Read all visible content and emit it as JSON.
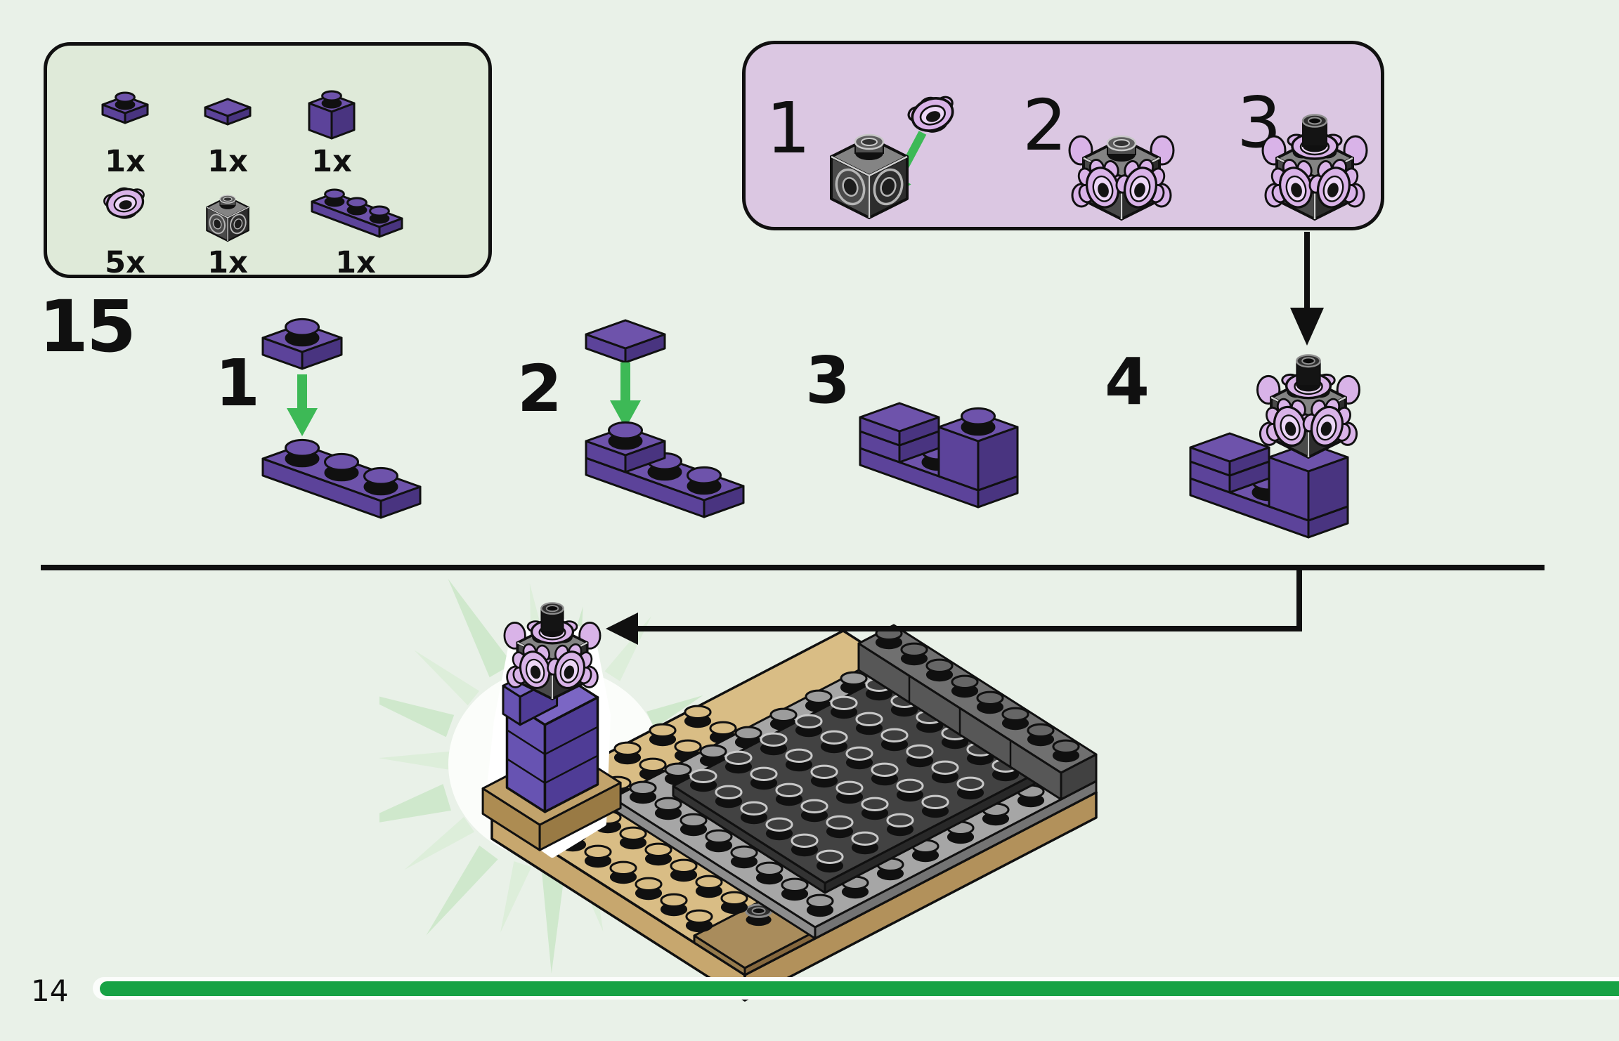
{
  "step": {
    "label": "15"
  },
  "page": {
    "number": "14"
  },
  "parts_box": {
    "items": [
      {
        "qty": "1x",
        "part": "purple-1x1-plate"
      },
      {
        "qty": "1x",
        "part": "purple-1x1-tile"
      },
      {
        "qty": "1x",
        "part": "purple-1x1-brick"
      },
      {
        "qty": "5x",
        "part": "lavender-flower-stud"
      },
      {
        "qty": "1x",
        "part": "black-1x1-brick-side-studs"
      },
      {
        "qty": "1x",
        "part": "purple-1x3-plate"
      }
    ]
  },
  "callout": {
    "steps": [
      {
        "label": "1"
      },
      {
        "label": "2"
      },
      {
        "label": "3"
      }
    ]
  },
  "substeps": [
    {
      "label": "1"
    },
    {
      "label": "2"
    },
    {
      "label": "3"
    },
    {
      "label": "4"
    }
  ],
  "colors": {
    "page_bg": "#e9f1e8",
    "parts_box_bg": "#dfead9",
    "callout_bg": "#dbc7e2",
    "brick_purple": "#5c439a",
    "flower_lavender": "#d9b3e8",
    "arrow_green": "#3db956",
    "progress_green": "#17a245",
    "line_black": "#101010",
    "baseplate_tan": "#d9bd85",
    "plate_dark_gray": "#424242",
    "plate_light_gray": "#a6a6a6"
  }
}
